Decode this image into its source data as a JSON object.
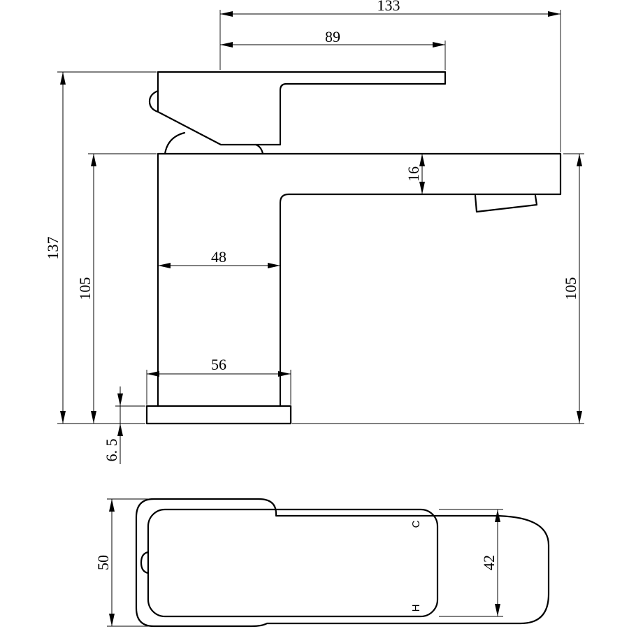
{
  "side_view": {
    "dimensions": {
      "overall_length": "133",
      "lever_length": "89",
      "overall_height": "137",
      "body_height_left": "105",
      "body_height_right": "105",
      "spout_thickness": "16",
      "body_width": "48",
      "base_width": "56",
      "base_thickness": "6. 5"
    }
  },
  "top_view": {
    "dimensions": {
      "depth": "50",
      "handle_width": "42"
    },
    "markings": {
      "cold": "C",
      "hot": "H"
    }
  }
}
